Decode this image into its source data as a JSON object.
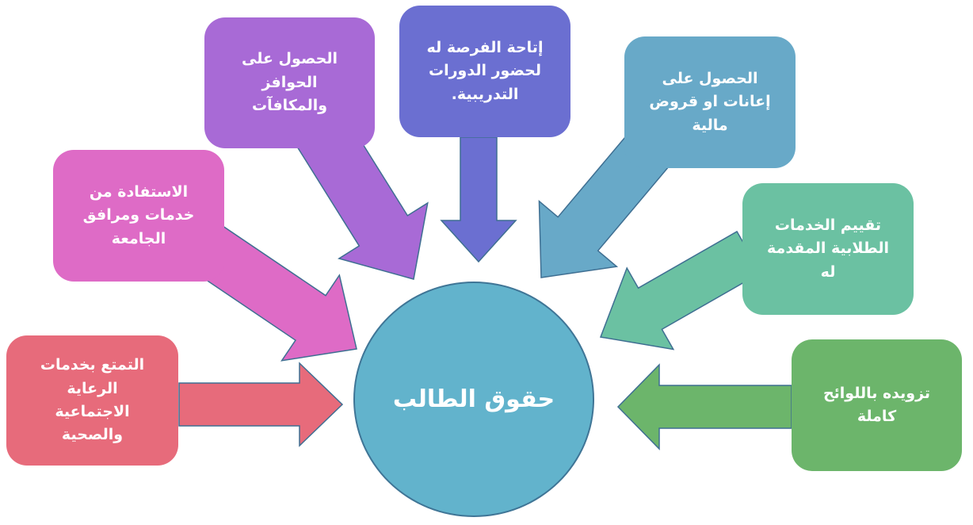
{
  "center": {
    "label": "حقوق الطالب",
    "color": "#62b3cc"
  },
  "boxes": [
    {
      "id": "healthcare",
      "color": "#e76b7b",
      "lines": [
        "التمتع بخدمات",
        "الرعاية",
        "الاجتماعية",
        "والصحية"
      ]
    },
    {
      "id": "university-facilities",
      "color": "#de6bc6",
      "lines": [
        "الاستفادة من",
        "خدمات ومرافق",
        "الجامعة"
      ]
    },
    {
      "id": "incentives",
      "color": "#a86ad6",
      "lines": [
        "الحصول على",
        "الحوافز",
        "والمكافآت"
      ]
    },
    {
      "id": "training-courses",
      "color": "#6b6fd1",
      "lines": [
        "إتاحة الفرصة له",
        "لحضور الدورات",
        "التدريبية."
      ]
    },
    {
      "id": "financial-aid",
      "color": "#68a9c8",
      "lines": [
        "الحصول على",
        "إعانات او قروض",
        "مالية"
      ]
    },
    {
      "id": "evaluate-services",
      "color": "#6bc1a2",
      "lines": [
        "تقييم الخدمات",
        "الطلابية المقدمة",
        "له"
      ]
    },
    {
      "id": "regulations",
      "color": "#6cb56b",
      "lines": [
        "تزويده باللوائح",
        "كاملة"
      ]
    }
  ]
}
